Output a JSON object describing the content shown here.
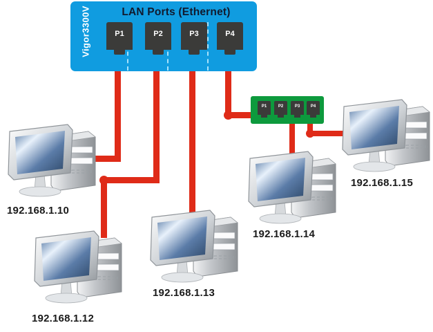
{
  "diagram": {
    "title": "LAN network topology with Vigor3300V router and Ethernet switch",
    "colors": {
      "router_blue": "#109ce0",
      "switch_green": "#0d9a3d",
      "cable_red": "#df2b18",
      "port_dark": "#3b3b39",
      "label_text": "#1a1a1a",
      "divider_dashed": "#a8e2fb"
    }
  },
  "router": {
    "brand": "Vigor3300V",
    "title": "LAN Ports (Ethernet)",
    "ports": [
      {
        "label": "P1"
      },
      {
        "label": "P2"
      },
      {
        "label": "P3"
      },
      {
        "label": "P4"
      }
    ]
  },
  "switch": {
    "ports": [
      {
        "label": "P1"
      },
      {
        "label": "P2"
      },
      {
        "label": "P3"
      },
      {
        "label": "P4"
      }
    ]
  },
  "computers": [
    {
      "ip": "192.168.1.10"
    },
    {
      "ip": "192.168.1.12"
    },
    {
      "ip": "192.168.1.13"
    },
    {
      "ip": "192.168.1.14"
    },
    {
      "ip": "192.168.1.15"
    }
  ],
  "connections": [
    {
      "from": "router.P1",
      "to": "192.168.1.10"
    },
    {
      "from": "router.P2",
      "to": "192.168.1.12"
    },
    {
      "from": "router.P3",
      "to": "192.168.1.13"
    },
    {
      "from": "router.P4",
      "to": "switch.P1"
    },
    {
      "from": "switch.P3",
      "to": "192.168.1.14"
    },
    {
      "from": "switch.P4",
      "to": "192.168.1.15"
    }
  ]
}
